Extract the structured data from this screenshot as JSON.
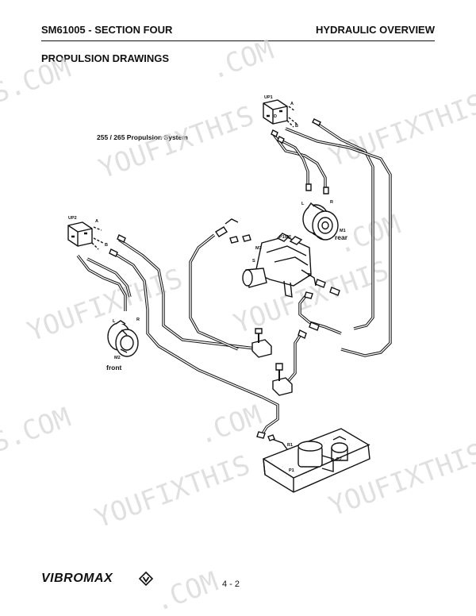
{
  "header": {
    "doc_section": "SM61005 - SECTION FOUR",
    "doc_topic": "HYDRAULIC OVERVIEW"
  },
  "section_title": "PROPULSION DRAWINGS",
  "figure": {
    "caption": "255 / 265 Propulsion System",
    "labels": {
      "up1": "UP1",
      "up2": "UP2",
      "a": "A",
      "b": "B",
      "d": "D",
      "l": "L",
      "r": "R",
      "m1": "M1",
      "m2": "M2",
      "m3": "M3",
      "s": "S",
      "p1p2": "P1/P2",
      "r1": "R1",
      "p1": "P1",
      "p2": "P2",
      "rear": "rear",
      "front": "front"
    }
  },
  "watermark": {
    "text_full": "YOUFIXTHIS",
    "text_com": ".COM",
    "text_edge": "S.COM"
  },
  "footer": {
    "brand": "VIBROMAX",
    "page": "4 - 2"
  }
}
